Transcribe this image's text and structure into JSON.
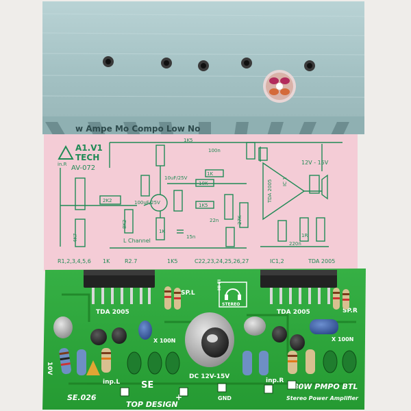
{
  "heatsink_fin_text": "w Ampe Mo  Compo Low No",
  "manual": {
    "brand_top": "A1.V1",
    "brand_bottom": "TECH",
    "model": "AV-072",
    "channel_label": "L Channel",
    "in_label": "in.R",
    "supply_label": "12V - 15V",
    "ic_label": "TDA 2005",
    "ic_tag": "IC 1",
    "bottom_row": {
      "r_list": "R1,2,3,4,5,6",
      "r_list_val": "1K",
      "r7": "R2.7",
      "r7_val": "1K5",
      "c_list": "C22,23,24,25,26,27",
      "ic_ref": "IC1,2",
      "ic_part": "TDA 2005"
    },
    "component_values": {
      "r_top": "1K5",
      "c_top": "100n",
      "r_2k2": "2K2",
      "r_1k_a": "1K",
      "r_10k": "10K",
      "r_1k5_b": "1K5",
      "r_27k": "27K",
      "r_8k2": "8K2",
      "r_4k7": "4K7",
      "r_1k_b": "1K",
      "c_15n": "15n",
      "c_22n": "22n",
      "c_220n": "220n",
      "r_1r": "1R",
      "c_10uf": "10uF/25V",
      "c_100uf": "100uF/25V"
    }
  },
  "pcb": {
    "ic_left": "TDA 2005",
    "ic_right": "TDA 2005",
    "sp_left": "SP.L",
    "sp_right": "SP.R",
    "hifi_label": "HI-FI",
    "stereo_label": "STEREO",
    "cap_left": "X 100N",
    "cap_right": "X 100N",
    "supply": "DC 12V-15V",
    "input_left": "inp.L",
    "input_right": "inp.R",
    "se_center": "SE",
    "model_code": "SE.026",
    "top_design": "TOP DESIGN",
    "plus": "+",
    "gnd": "GND",
    "power_title": "80W PMPO BTL",
    "power_subtitle": "Stereo Power Amplifier",
    "side_label": "10V"
  },
  "colors": {
    "heatsink": "#a9c7c9",
    "manual_paper": "#f4ccd6",
    "print_green": "#1f8a55",
    "pcb_green": "#2aa23a",
    "pcb_dark": "#1b7a22"
  }
}
